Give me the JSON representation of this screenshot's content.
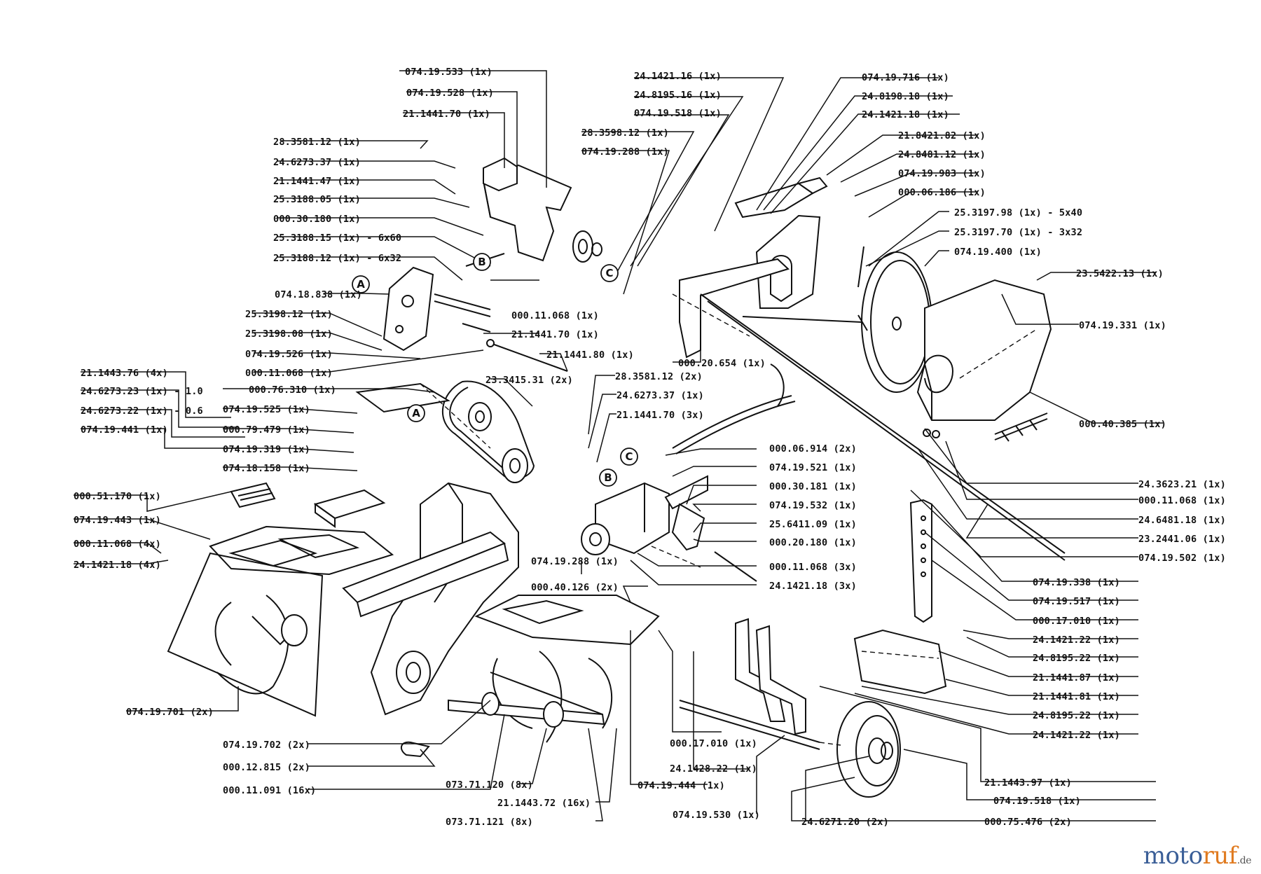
{
  "callouts": {
    "c01": "074.19.533  (1x)",
    "c02": "074.19.528  (1x)",
    "c03": "21.1441.70  (1x)",
    "c04": "28.3581.12  (1x)",
    "c05": "24.6273.37  (1x)",
    "c06": "21.1441.47  (1x)",
    "c07": "25.3188.05  (1x)",
    "c08": "000.30.180  (1x)",
    "c09": "25.3188.15  (1x) - 6x60",
    "c10": "25.3188.12  (1x) - 6x32",
    "c11": "074.18.838  (1x)",
    "c12": "25.3198.12  (1x)",
    "c13": "25.3198.08  (1x)",
    "c14": "074.19.526  (1x)",
    "c15": "000.11.068  (1x)",
    "c16": "21.1443.76  (4x)",
    "c17": "24.6273.23  (1x) - 1.0",
    "c18": "24.6273.22  (1x) - 0.6",
    "c19": "074.19.441  (1x)",
    "c20": "000.51.170  (1x)",
    "c21": "074.19.443  (1x)",
    "c22": "000.11.068  (4x)",
    "c23": "24.1421.18  (4x)",
    "c24": "074.19.701  (2x)",
    "c25": "000.76.310  (1x)",
    "c26": "074.19.525  (1x)",
    "c27": "000.79.479  (1x)",
    "c28": "074.19.319  (1x)",
    "c29": "074.18.158  (1x)",
    "c30": "24.1421.16  (1x)",
    "c31": "24.8195.16  (1x)",
    "c32": "074.19.518  (1x)",
    "c33": "28.3598.12  (1x)",
    "c34": "074.19.288  (1x)",
    "c35": "074.19.716  (1x)",
    "c36": "24.8198.18  (1x)",
    "c37": "24.1421.18  (1x)",
    "c38": "21.8421.82  (1x)",
    "c39": "24.8481.12  (1x)",
    "c40": "074.19.983  (1x)",
    "c41": "000.06.186  (1x)",
    "c42": "25.3197.98  (1x) - 5x40",
    "c43": "25.3197.70  (1x) - 3x32",
    "c44": "074.19.400  (1x)",
    "c45": "23.5422.13  (1x)",
    "c46": "074.19.331  (1x)",
    "c47": "000.11.068  (1x)",
    "c48": "21.1441.70  (1x)",
    "c49": "21.1441.80  (1x)",
    "c50": "000.20.654  (1x)",
    "c51": "23.3415.31 (2x)",
    "c52": "28.3581.12  (2x)",
    "c53": "24.6273.37  (1x)",
    "c54": "21.1441.70  (3x)",
    "c55": "000.06.914  (2x)",
    "c56": "074.19.521  (1x)",
    "c57": "000.30.181  (1x)",
    "c58": "074.19.532  (1x)",
    "c59": "25.6411.09  (1x)",
    "c60": "000.20.180  (1x)",
    "c61": "000.11.068  (3x)",
    "c62": "24.1421.18  (3x)",
    "c63": "074.19.288  (1x)",
    "c64": "000.40.126  (2x)",
    "c65": "000.40.385  (1x)",
    "c66": "24.3623.21  (1x)",
    "c67": "000.11.068  (1x)",
    "c68": "24.6481.18  (1x)",
    "c69": "23.2441.06  (1x)",
    "c70": "074.19.502  (1x)",
    "c71": "074.19.338  (1x)",
    "c72": "074.19.517  (1x)",
    "c73": "000.17.010  (1x)",
    "c74": "24.1421.22  (1x)",
    "c75": "24.8195.22  (1x)",
    "c76": "21.1441.87  (1x)",
    "c77": "21.1441.81  (1x)",
    "c78": "24.8195.22  (1x)",
    "c79": "24.1421.22  (1x)",
    "c80": "21.1443.97  (1x)",
    "c81": "074.19.518  (1x)",
    "c82": "000.75.476  (2x)",
    "c83": "074.19.702  (2x)",
    "c84": "000.12.815  (2x)",
    "c85": "000.11.091  (16x)",
    "c86": "073.71.120  (8x)",
    "c87": "21.1443.72  (16x)",
    "c88": "073.71.121  (8x)",
    "c89": "000.17.010  (1x)",
    "c90": "24.1428.22  (1x)",
    "c91": "074.19.444  (1x)",
    "c92": "074.19.530  (1x)",
    "c93": "24.6271.20  (2x)"
  },
  "markers": {
    "A": "A",
    "B": "B",
    "C": "C"
  },
  "watermark": {
    "part1": "moto",
    "part2": "ruf",
    "suffix": ".de"
  }
}
